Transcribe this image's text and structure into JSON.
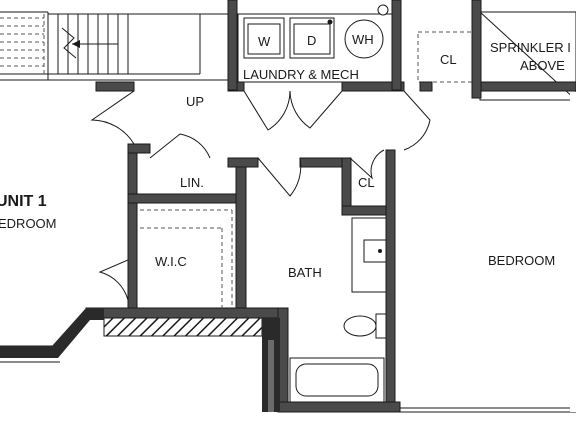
{
  "rooms": {
    "unit": "UNIT 1",
    "bedroom_left": "EDROOM",
    "laundry": "LAUNDRY & MECH",
    "up": "UP",
    "closet_top": "CL",
    "sprinkler_line1": "SPRINKLER I",
    "sprinkler_line2": "ABOVE",
    "linen": "LIN.",
    "closet_mid": "CL",
    "wic": "W.I.C",
    "bath": "BATH",
    "bedroom_right": "BEDROOM"
  },
  "appliances": {
    "washer": "W",
    "dryer": "D",
    "water_heater": "WH"
  }
}
